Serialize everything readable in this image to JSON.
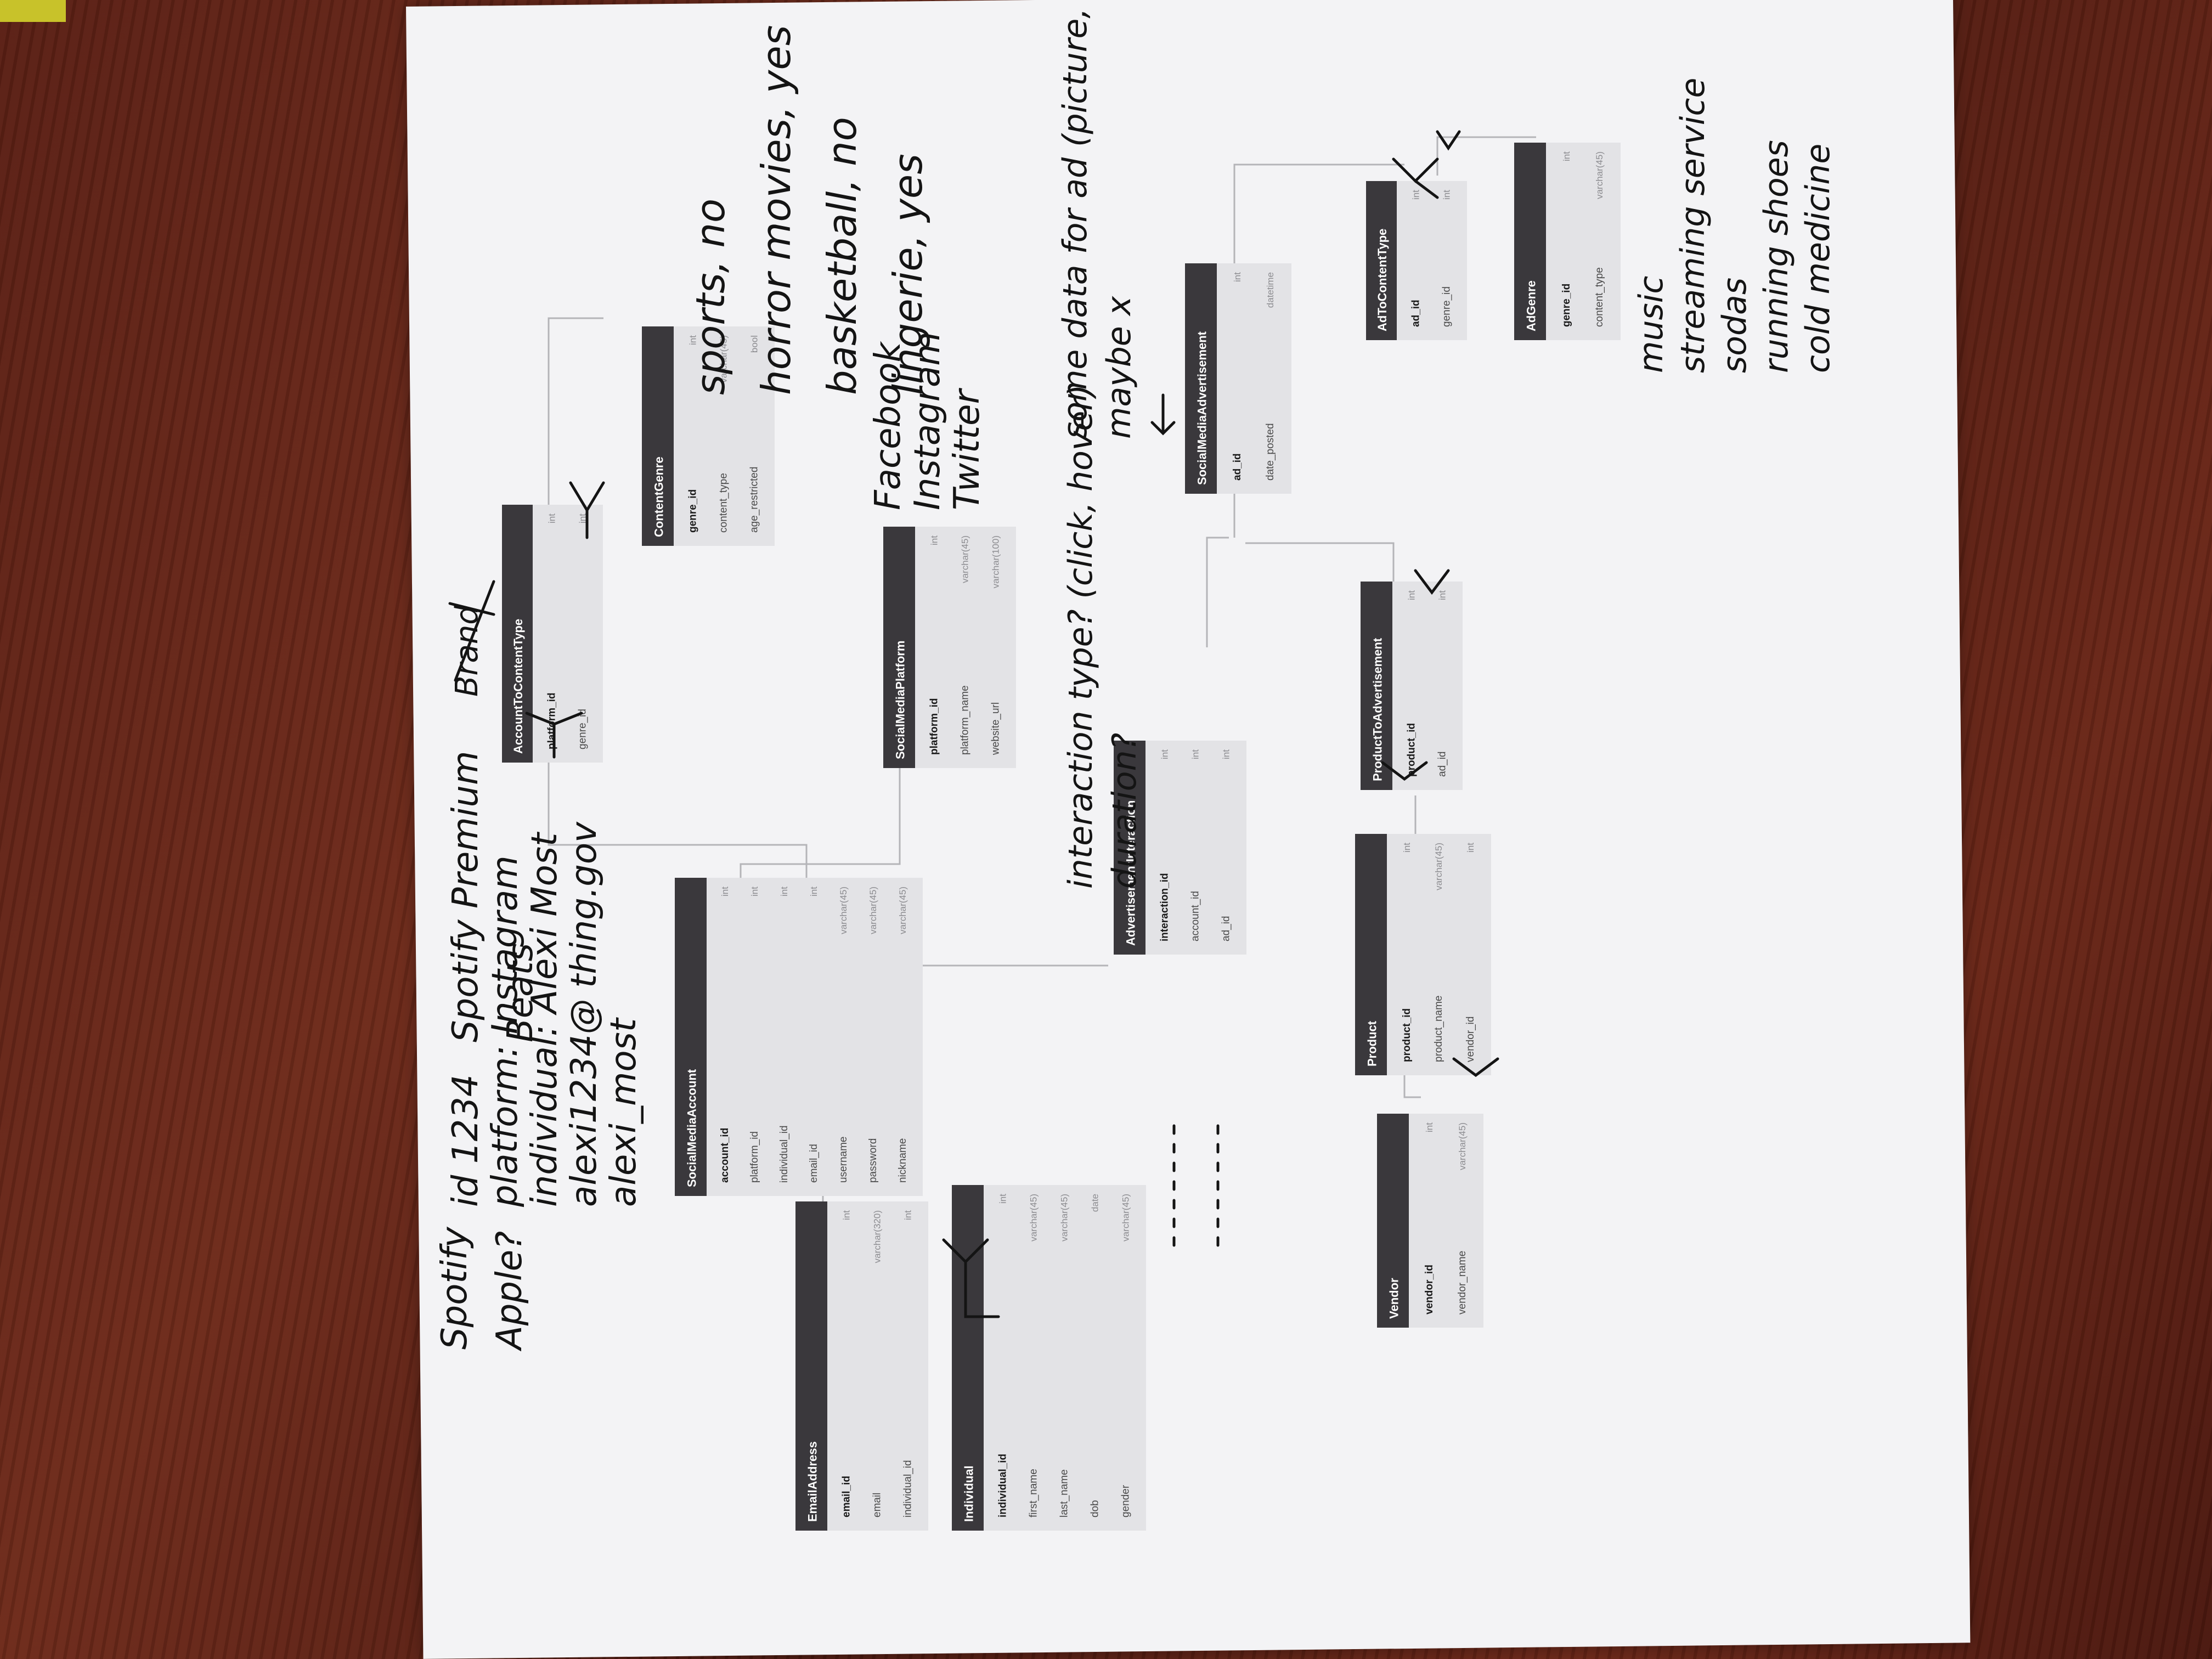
{
  "tables": {
    "email_address": {
      "title": "EmailAddress",
      "fields": [
        [
          "email_id",
          "int"
        ],
        [
          "email",
          "varchar(320)"
        ],
        [
          "individual_id",
          "int"
        ]
      ]
    },
    "individual": {
      "title": "Individual",
      "fields": [
        [
          "individual_id",
          "int"
        ],
        [
          "first_name",
          "varchar(45)"
        ],
        [
          "last_name",
          "varchar(45)"
        ],
        [
          "dob",
          "date"
        ],
        [
          "gender",
          "varchar(45)"
        ]
      ]
    },
    "social_media_account": {
      "title": "SocialMediaAccount",
      "fields": [
        [
          "account_id",
          "int"
        ],
        [
          "platform_id",
          "int"
        ],
        [
          "individual_id",
          "int"
        ],
        [
          "email_id",
          "int"
        ],
        [
          "username",
          "varchar(45)"
        ],
        [
          "password",
          "varchar(45)"
        ],
        [
          "nickname",
          "varchar(45)"
        ]
      ]
    },
    "account_to_content_type": {
      "title": "AccountToContentType",
      "fields": [
        [
          "platform_id",
          "int"
        ],
        [
          "genre_id",
          "int"
        ]
      ]
    },
    "content_genre": {
      "title": "ContentGenre",
      "fields": [
        [
          "genre_id",
          "int"
        ],
        [
          "content_type",
          "varchar(45)"
        ],
        [
          "age_restricted",
          "bool"
        ]
      ]
    },
    "social_media_platform": {
      "title": "SocialMediaPlatform",
      "fields": [
        [
          "platform_id",
          "int"
        ],
        [
          "platform_name",
          "varchar(45)"
        ],
        [
          "website_url",
          "varchar(100)"
        ]
      ]
    },
    "advertisement_interaction": {
      "title": "AdvertisementInteraction",
      "fields": [
        [
          "interaction_id",
          "int"
        ],
        [
          "account_id",
          "int"
        ],
        [
          "ad_id",
          "int"
        ]
      ]
    },
    "social_media_advertisement": {
      "title": "SocialMediaAdvertisement",
      "fields": [
        [
          "ad_id",
          "int"
        ],
        [
          "date_posted",
          "datetime"
        ]
      ]
    },
    "ad_to_content_type": {
      "title": "AdToContentType",
      "fields": [
        [
          "ad_id",
          "int"
        ],
        [
          "genre_id",
          "int"
        ]
      ]
    },
    "ad_genre": {
      "title": "AdGenre",
      "fields": [
        [
          "genre_id",
          "int"
        ],
        [
          "content_type",
          "varchar(45)"
        ]
      ]
    },
    "product_to_advertisement": {
      "title": "ProductToAdvertisement",
      "fields": [
        [
          "product_id",
          "int"
        ],
        [
          "ad_id",
          "int"
        ]
      ]
    },
    "product": {
      "title": "Product",
      "fields": [
        [
          "product_id",
          "int"
        ],
        [
          "product_name",
          "varchar(45)"
        ],
        [
          "vendor_id",
          "int"
        ]
      ]
    },
    "vendor": {
      "title": "Vendor",
      "fields": [
        [
          "vendor_id",
          "int"
        ],
        [
          "vendor_name",
          "varchar(45)"
        ]
      ]
    }
  },
  "notes": {
    "account_example": [
      "id 1234",
      "platform: Instagram",
      "individual: Alexi Most",
      "alexi1234@ thing.gov",
      "alexi_most"
    ],
    "genre_examples": [
      "sports, no",
      "horror movies, yes",
      "basketball, no",
      "lingerie, yes"
    ],
    "platform_examples": [
      "Facebook",
      "Instagram",
      "Twitter"
    ],
    "interaction_question": [
      "interaction type? (click, hover)",
      "duration?"
    ],
    "ad_question": [
      "some data for ad (picture, video)?",
      "maybe x"
    ],
    "ad_genre_examples": [
      "music",
      "streaming service",
      "sodas",
      "running shoes",
      "cold medicine"
    ],
    "vendor_examples_left": [
      "Spotify",
      "Apple?"
    ],
    "vendor_examples_right": [
      "Spotify Premium",
      "Beats"
    ],
    "struck_word": "Brand"
  }
}
